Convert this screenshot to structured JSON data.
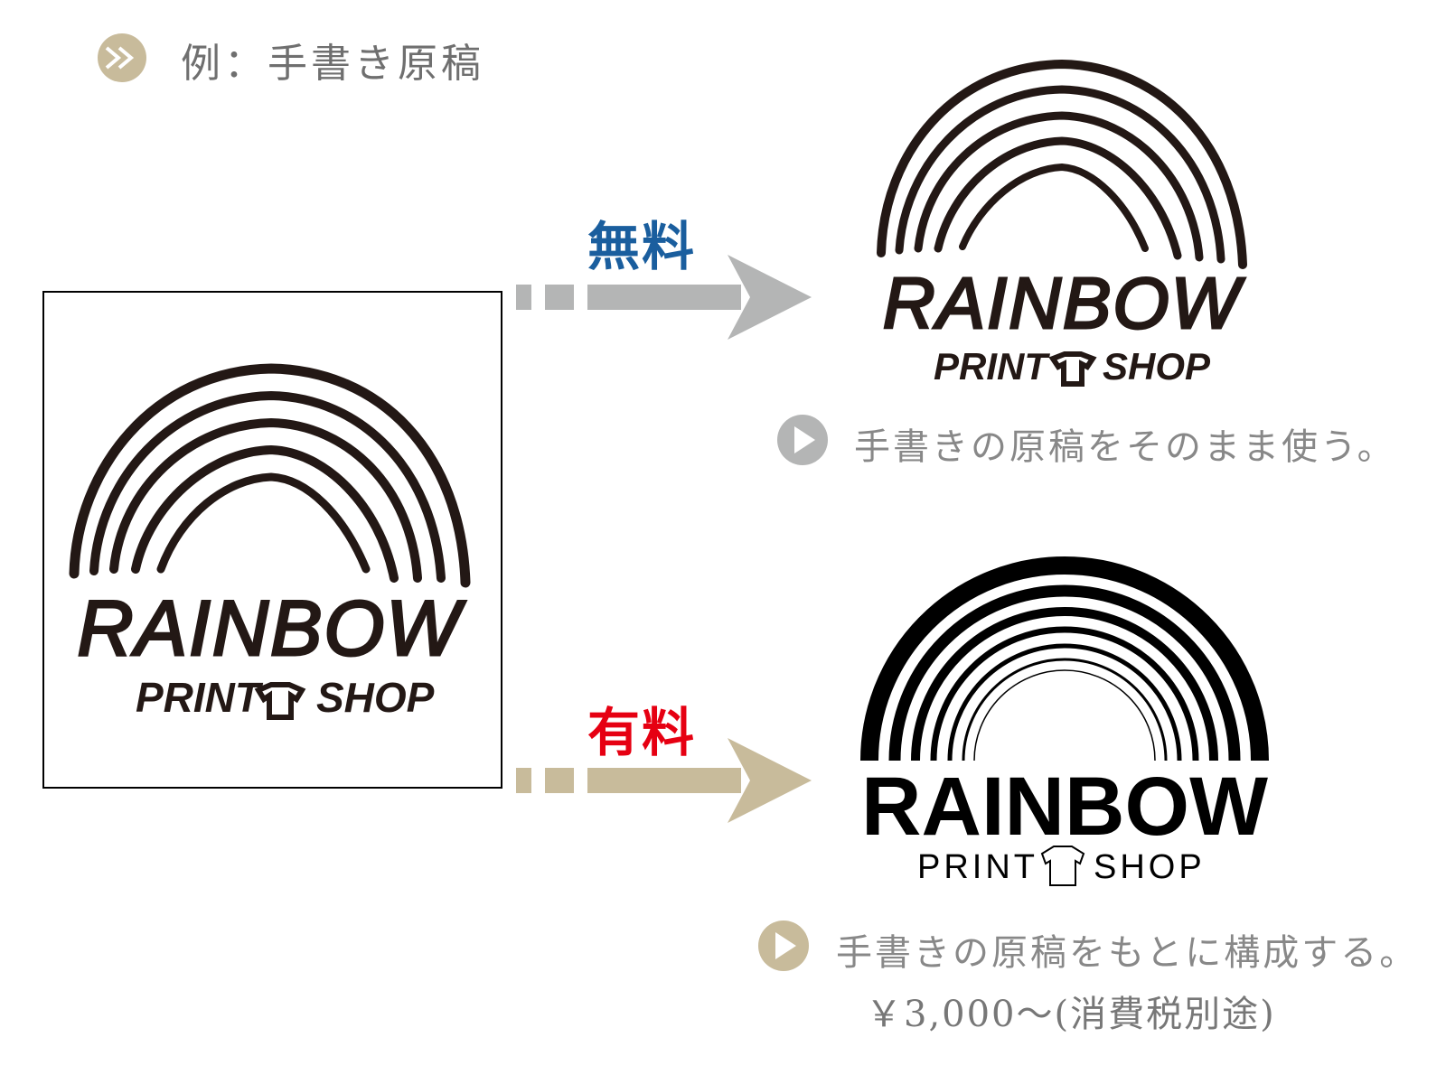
{
  "header": {
    "icon": "double-chevron-right-icon",
    "title": "例：手書き原稿"
  },
  "free": {
    "label": "無料",
    "description": "手書きの原稿をそのまま使う。",
    "label_color": "#1a5e9e",
    "arrow_color": "#b4b5b5"
  },
  "paid": {
    "label": "有料",
    "description": "手書きの原稿をもとに構成する。",
    "price": "￥3,000～(消費税別途)",
    "label_color": "#e60012",
    "arrow_color": "#c8bb9b"
  },
  "logo": {
    "name": "RAINBOW",
    "sub_left": "PRINT",
    "sub_right": "SHOP"
  },
  "colors": {
    "accent": "#c8bb9b",
    "grey": "#b4b5b5"
  }
}
